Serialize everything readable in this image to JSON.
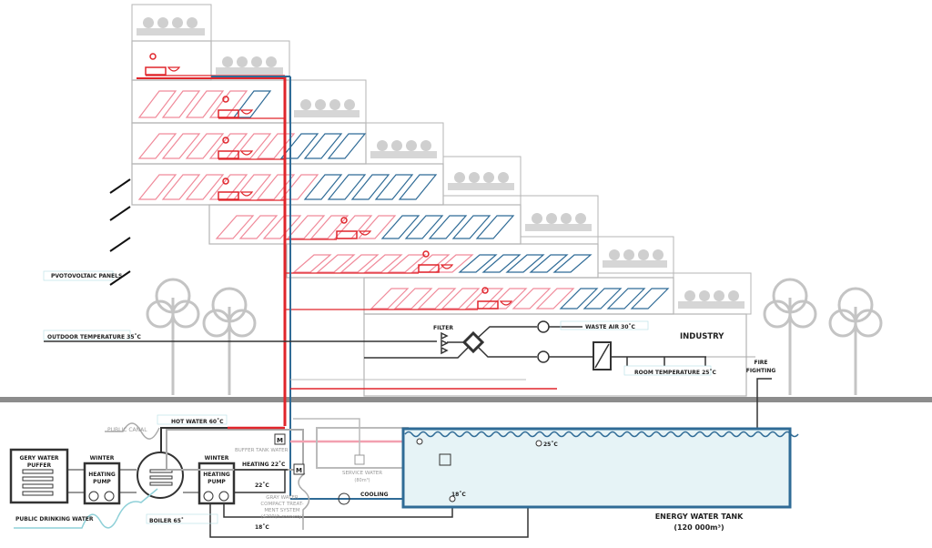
{
  "labels": {
    "photovoltaic": "PVOTOVOLTAIC PANELS",
    "outdoor_temp": "OUTDOOR TEMPERATURE 35˚C",
    "filter": "FILTER",
    "waste_air": "WASTE AIR 30˚C",
    "industry": "INDUSTRY",
    "room_temp": "ROOM TEMPERATURE 25˚C",
    "fire_fighting_1": "FIRE",
    "fire_fighting_2": "FIGHTING",
    "hot_water": "HOT WATER 60˚C",
    "public_canal": "PUBLIC CANAL",
    "grey_water_puffer_1": "GERY WATER",
    "grey_water_puffer_2": "PUFFER",
    "winter_1": "WINTER",
    "heating_pump_1a": "HEATING",
    "heating_pump_1b": "PUMP",
    "winter_2": "WINTER",
    "heating_pump_2a": "HEATING",
    "heating_pump_2b": "PUMP",
    "buffer_tank": "BUFFER TANK WATER",
    "heating_22": "HEATING 22˚C",
    "temp_22": "22˚C",
    "temp_18_left": "18˚C",
    "gray_water_1": "GRAY WATER",
    "gray_water_2": "COMPACT TREAT-",
    "gray_water_3": "MENT SYSTEM",
    "gray_water_4": "(4200l/h recovery)",
    "public_drinking": "PUBLIC DRINKING WATER",
    "boiler": "BOILER 65˚",
    "service_water_1": "SERVICE WATER",
    "service_water_2": "(80m³)",
    "cooling": "COOLING",
    "temp_18_tank": "18˚C",
    "temp_25_tank": "25˚C",
    "tank_1": "ENERGY WATER TANK",
    "tank_2": "(120 000m³)",
    "motor": "M"
  },
  "colors": {
    "hot": "#e0252b",
    "hot_light": "#f08a9a",
    "cold": "#2f6b96",
    "building": "#b5b5b5",
    "pipe_dark": "#333333",
    "ground": "#8c8c8c",
    "tank_fill": "#e6f3f6",
    "drinking": "#8fd0d8"
  }
}
